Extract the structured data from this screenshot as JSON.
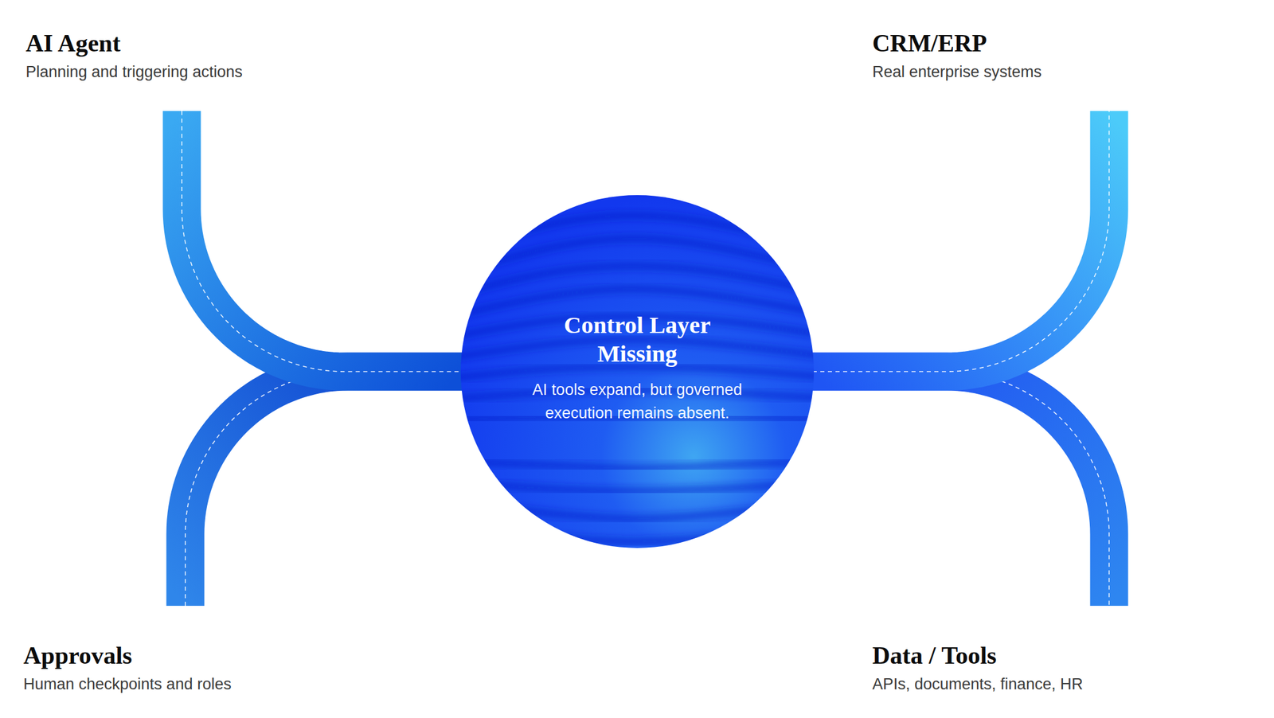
{
  "diagram": {
    "nodes": [
      {
        "text": [
          "AI Agent",
          "Planning and triggering actions"
        ]
      },
      {
        "text": [
          "CRM/ERP",
          "Real enterprise systems"
        ]
      },
      {
        "text": [
          "Control Layer Missing",
          "AI tools expand, but governed execution remains absent."
        ]
      },
      {
        "text": [
          "Approvals",
          "Human checkpoints and roles"
        ]
      },
      {
        "text": [
          "Data / Tools",
          "APIs, documents, finance, HR"
        ]
      }
    ],
    "edges": [
      {
        "from": 0,
        "to": 2,
        "arrow": "none"
      },
      {
        "from": 2,
        "to": 1,
        "arrow": "none"
      },
      {
        "from": 3,
        "to": 2,
        "arrow": "none"
      },
      {
        "from": 2,
        "to": 4,
        "arrow": "none"
      }
    ]
  }
}
